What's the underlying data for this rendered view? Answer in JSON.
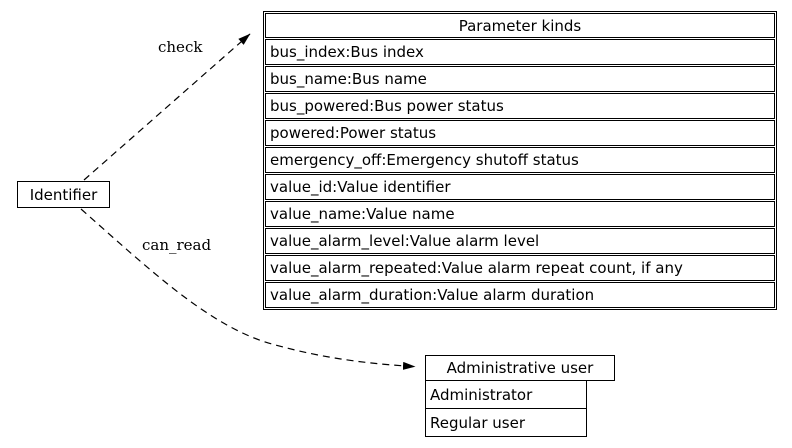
{
  "diagram": {
    "identifier_node": {
      "label": "Identifier"
    },
    "edges": {
      "check": {
        "label": "check"
      },
      "can_read": {
        "label": "can_read"
      }
    },
    "parameter_table": {
      "title": "Parameter kinds",
      "rows": [
        "bus_index:Bus index",
        "bus_name:Bus name",
        "bus_powered:Bus power status",
        "powered:Power status",
        "emergency_off:Emergency shutoff status",
        "value_id:Value identifier",
        "value_name:Value name",
        "value_alarm_level:Value alarm level",
        "value_alarm_repeated:Value alarm repeat count, if any",
        "value_alarm_duration:Value alarm duration"
      ]
    },
    "user_table": {
      "title": "Administrative user",
      "rows": [
        "Administrator",
        "Regular user"
      ]
    },
    "colors": {
      "stroke": "#000000",
      "background": "#ffffff"
    }
  }
}
